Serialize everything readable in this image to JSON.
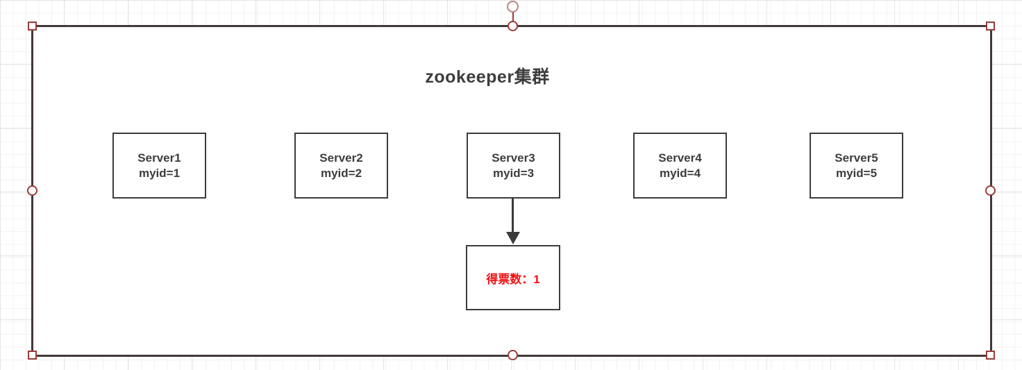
{
  "diagram": {
    "title": "zookeeper集群",
    "servers": [
      {
        "name": "Server1",
        "myid": "myid=1"
      },
      {
        "name": "Server2",
        "myid": "myid=2"
      },
      {
        "name": "Server3",
        "myid": "myid=3"
      },
      {
        "name": "Server4",
        "myid": "myid=4"
      },
      {
        "name": "Server5",
        "myid": "myid=5"
      }
    ],
    "vote": {
      "label": "得票数：1"
    },
    "colors": {
      "shape_border": "#3b3b3b",
      "shape_text": "#3d3d3d",
      "vote_text": "#ee1111",
      "outer_rect_border": "#423939",
      "selection_handle": "#9c3a38",
      "rotation_handle": "#bd8282"
    }
  }
}
